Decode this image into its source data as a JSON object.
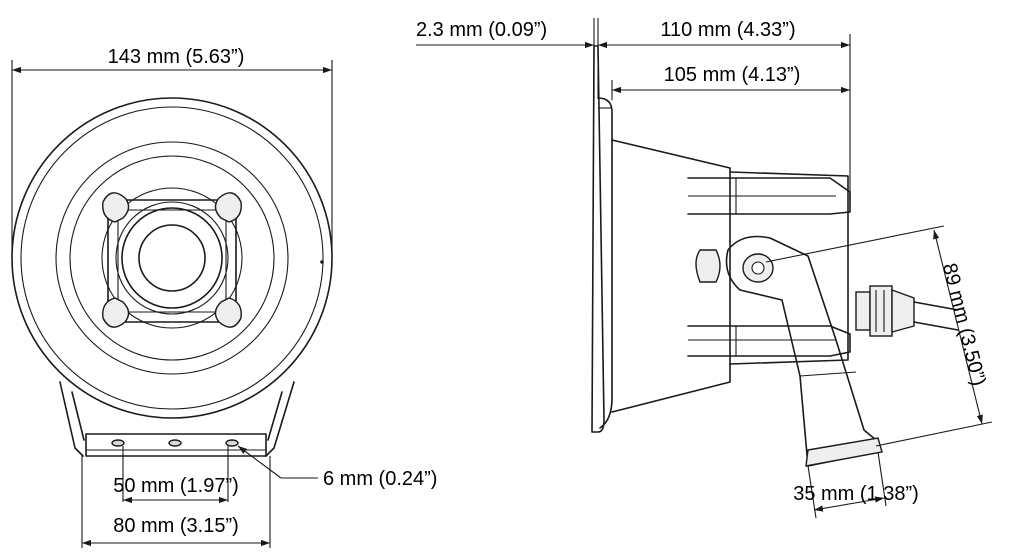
{
  "dimensions": {
    "front_width": "143 mm (5.63”)",
    "flange_thickness": "2.3 mm (0.09”)",
    "overall_depth": "110 mm (4.33”)",
    "body_depth": "105 mm (4.13”)",
    "bracket_height": "89 mm (3.50”)",
    "hole_diameter": "6 mm (0.24”)",
    "hole_spacing": "50 mm (1.97”)",
    "base_width": "80 mm (3.15”)",
    "bracket_width": "35 mm (1.38”)"
  }
}
